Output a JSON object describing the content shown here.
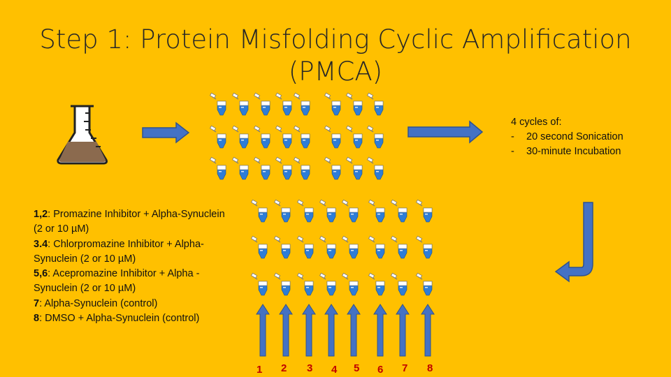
{
  "title_line1": "Step 1: Protein Misfolding Cyclic Amplification",
  "title_line2": "(PMCA)",
  "cycles": {
    "header": "4 cycles of:",
    "items": [
      "20 second Sonication",
      "30-minute Incubation"
    ]
  },
  "legend": [
    {
      "key": "1,2",
      "text": ": Promazine Inhibitor + Alpha-Synuclein (2 or 10 µM)"
    },
    {
      "key": "3.4",
      "text": ": Chlorpromazine Inhibitor + Alpha-Synuclein (2 or 10 µM)"
    },
    {
      "key": "5,6",
      "text": ": Acepromazine Inhibitor + Alpha -Synuclein (2 or 10 µM)"
    },
    {
      "key": "7",
      "text": ": Alpha-Synuclein (control)"
    },
    {
      "key": "8",
      "text": ": DMSO + Alpha-Synuclein (control)"
    }
  ],
  "lane_labels": [
    "1",
    "2",
    "3",
    "4",
    "5",
    "6",
    "7",
    "8"
  ],
  "colors": {
    "background": "#FFC000",
    "arrow": "#4472C4",
    "tube": "#2E7DD7",
    "flask_liquid": "#8B6A4E",
    "lane_label": "#C00000"
  },
  "icons": [
    "flask-icon",
    "tube-icon",
    "arrow-right-icon",
    "arrow-down-return-icon",
    "arrow-up-icon"
  ]
}
